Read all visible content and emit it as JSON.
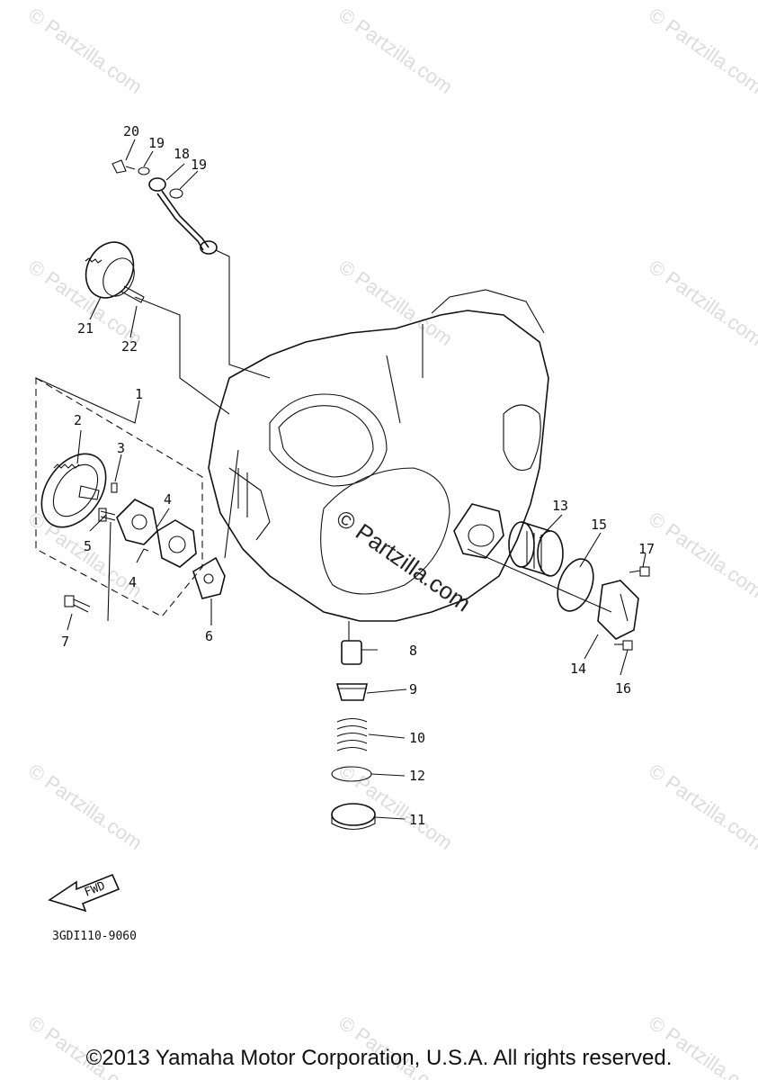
{
  "watermark": {
    "text": "© Partzilla.com",
    "center_text": "© Partzilla.com"
  },
  "callouts": [
    "1",
    "2",
    "3",
    "4",
    "4",
    "5",
    "6",
    "7",
    "8",
    "9",
    "10",
    "11",
    "12",
    "13",
    "14",
    "15",
    "16",
    "17",
    "18",
    "19",
    "19",
    "20",
    "21",
    "22"
  ],
  "diagram_code": "3GDI110-9060",
  "fwd_label": "FWD",
  "copyright": "©2013 Yamaha Motor Corporation, U.S.A. All rights reserved."
}
